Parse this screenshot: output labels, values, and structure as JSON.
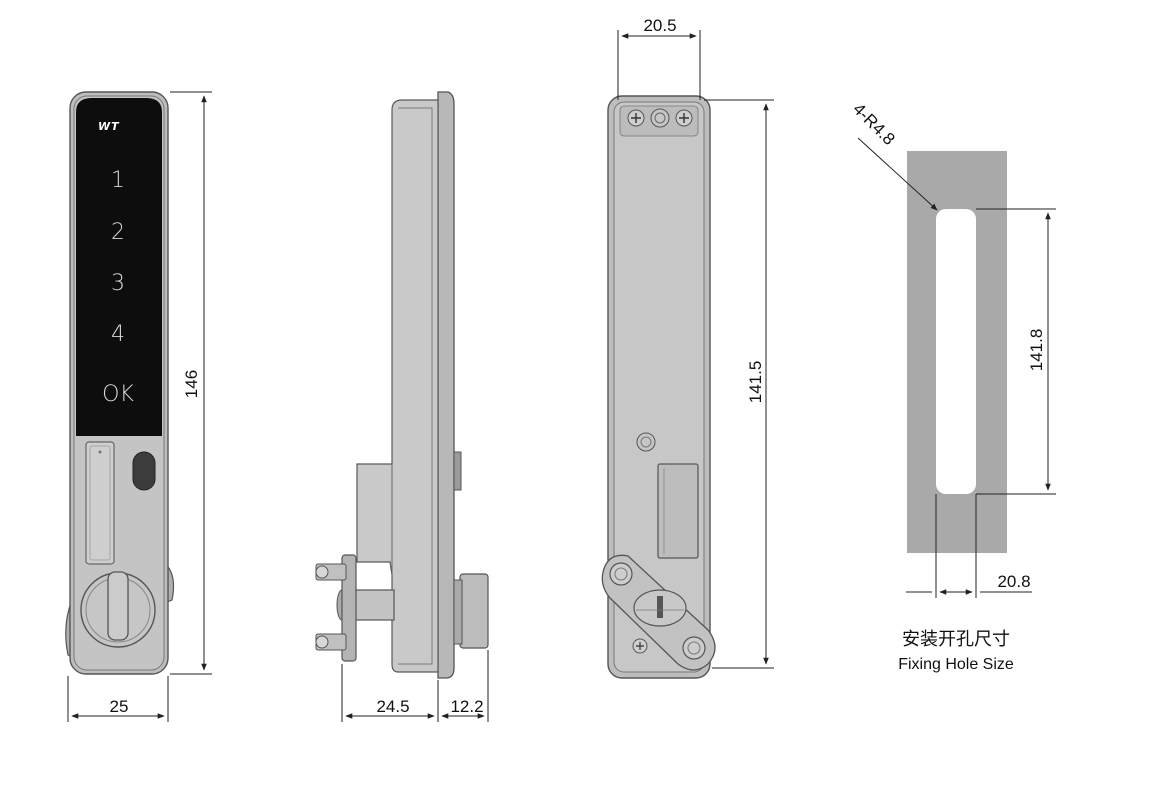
{
  "front_view": {
    "logo": "WT",
    "keys": [
      "1",
      "2",
      "3",
      "4",
      "OK"
    ],
    "dims": {
      "height": "146",
      "width": "25"
    }
  },
  "side_view": {
    "dims": {
      "depth": "24.5",
      "projection": "12.2"
    }
  },
  "back_view": {
    "dims": {
      "width": "20.5",
      "height": "141.5"
    }
  },
  "cutout_view": {
    "dims": {
      "radius": "4-R4.8",
      "height": "141.8",
      "width": "20.8"
    },
    "caption_cn": "安装开孔尺寸",
    "caption_en": "Fixing Hole Size"
  },
  "colors": {
    "body": "#bdbdbd",
    "keypad": "#0d0d0d",
    "cutout_plate": "#a9a9a9"
  }
}
